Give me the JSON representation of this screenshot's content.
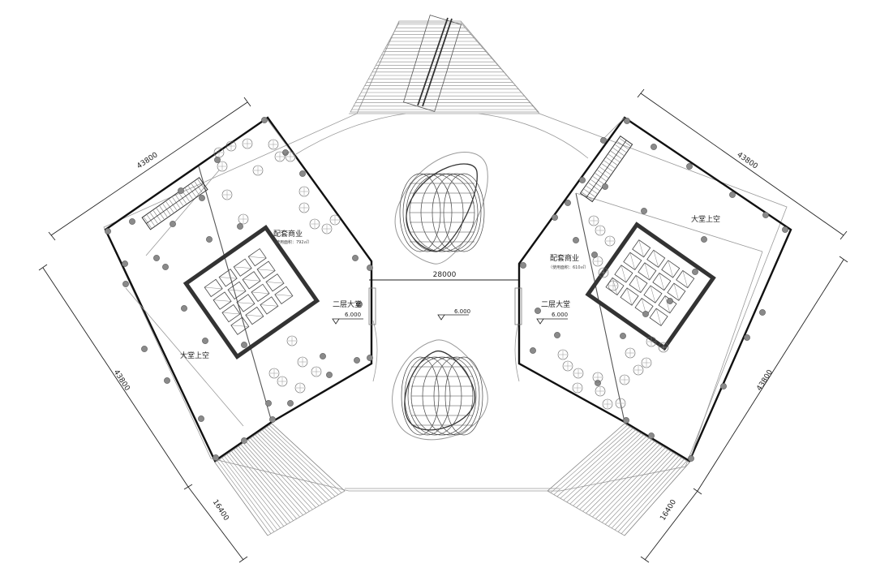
{
  "dimensions": {
    "top_left": "43800",
    "top_right": "43800",
    "left_side": "43800",
    "right_side": "43800",
    "bottom_left": "16400",
    "bottom_right": "16400",
    "center_span": "28000"
  },
  "labels": {
    "left_commercial": "配套商业",
    "left_commercial_area": "（使用面积：792㎡）",
    "left_lobby": "二层大堂",
    "left_atrium": "大堂上空",
    "right_commercial": "配套商业",
    "right_commercial_area": "（使用面积：610㎡）",
    "right_lobby": "二层大堂",
    "right_atrium": "大堂上空"
  },
  "levels": {
    "left": "6.000",
    "center": "6.000",
    "right": "6.000"
  }
}
